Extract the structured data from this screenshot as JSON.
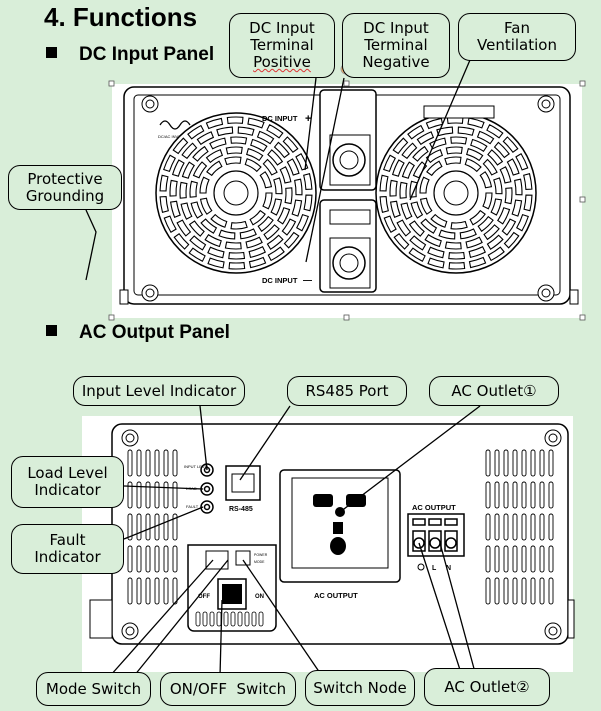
{
  "title": "4. Functions",
  "sections": {
    "dc": "DC Input Panel",
    "ac": "AC Output Panel"
  },
  "dc_panel": {
    "label_positive": "DC INPUT",
    "plus": "+",
    "label_negative": "DC INPUT",
    "minus": "—",
    "logo_text": "DC/AC INVERTER"
  },
  "ac_panel": {
    "led_labels": [
      "INPUT LEVEL",
      "LOAD",
      "FAULT"
    ],
    "rs485": "RS-485",
    "ac_output_center": "AC OUTPUT",
    "ac_output_terminal": "AC OUTPUT",
    "terminal_labels": [
      "L",
      "N"
    ],
    "switch_labels": {
      "off": "OFF",
      "on": "ON"
    },
    "small_labels": [
      "POWER",
      "MODE"
    ]
  },
  "callouts": {
    "dc_positive": [
      "DC Input",
      "Terminal",
      "Positive"
    ],
    "dc_negative": [
      "DC Input",
      "Terminal",
      "Negative"
    ],
    "fan": [
      "Fan",
      "Ventilation"
    ],
    "grounding": [
      "Protective",
      "Grounding"
    ],
    "input_level": "Input Level Indicator",
    "rs485_port": "RS485 Port",
    "ac_outlet1": "AC Outlet①",
    "load_level": [
      "Load Level",
      "Indicator"
    ],
    "fault": [
      "Fault",
      "Indicator"
    ],
    "mode_switch": "Mode Switch",
    "onoff_switch": "ON/OFF  Switch",
    "switch_node": "Switch Node",
    "ac_outlet2": "AC Outlet②"
  }
}
